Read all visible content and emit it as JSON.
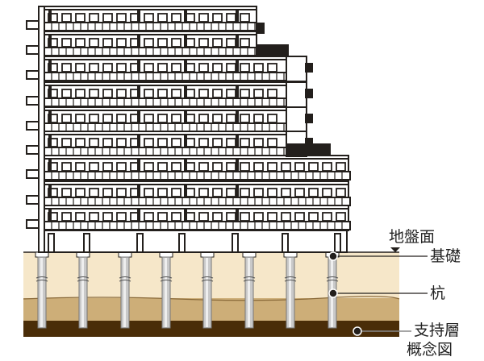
{
  "labels": {
    "ground_surface": "地盤面",
    "foundation": "基礎",
    "pile": "杭",
    "bearing_layer": "支持層",
    "caption": "概念図"
  },
  "colors": {
    "soil_top": "#f6e7c9",
    "soil_mid": "#cdae78",
    "bearing_layer": "#4a2d08",
    "pile": "#c9c9c9",
    "line": "#231f1c"
  },
  "pile_count": 8,
  "floor_count": 9
}
